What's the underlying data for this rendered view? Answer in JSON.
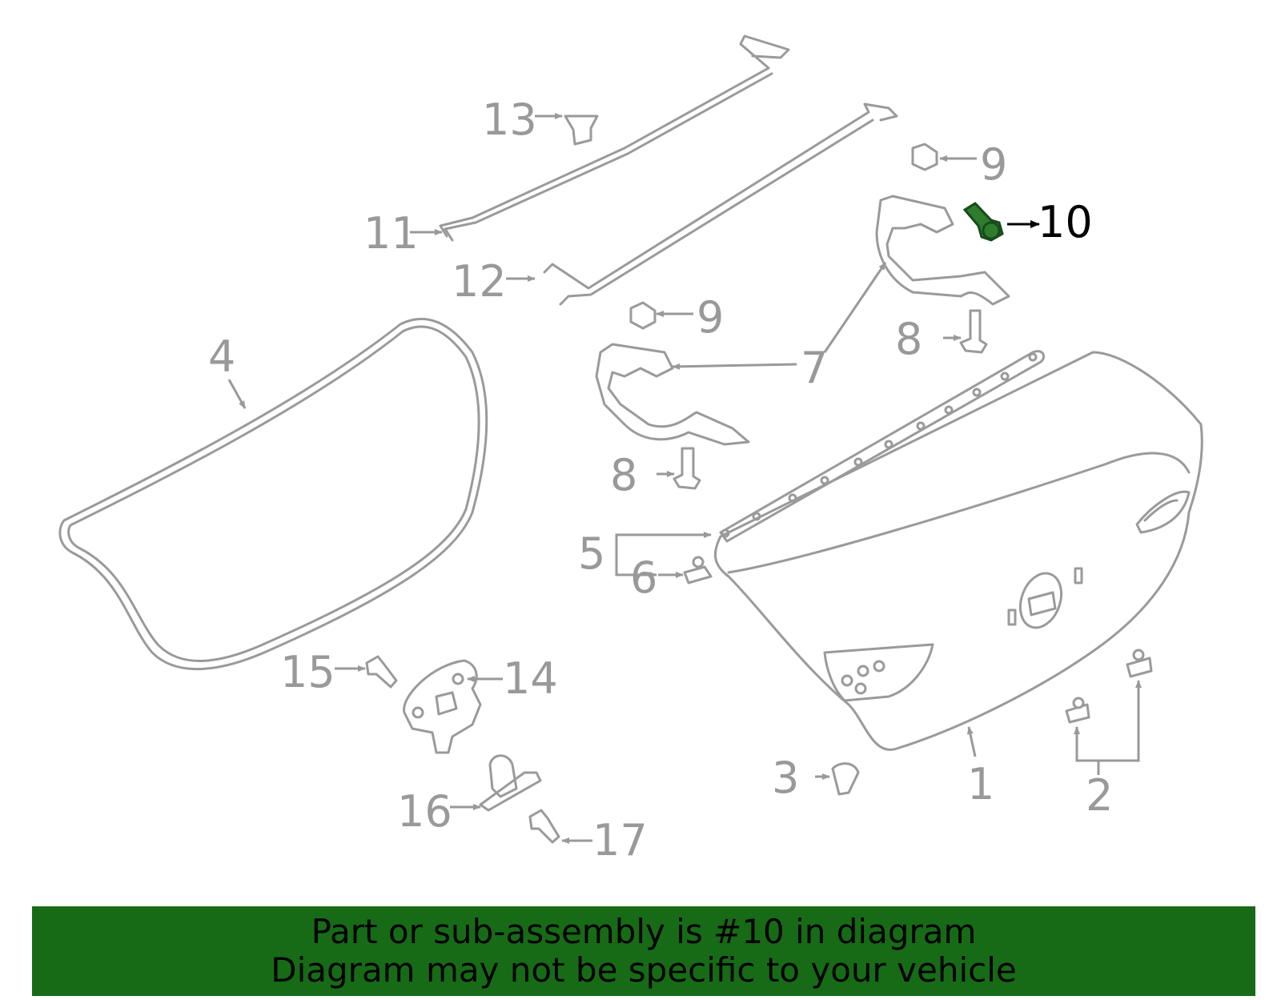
{
  "callouts": [
    {
      "key": "c1",
      "text": "1"
    },
    {
      "key": "c2",
      "text": "2"
    },
    {
      "key": "c3",
      "text": "3"
    },
    {
      "key": "c4",
      "text": "4"
    },
    {
      "key": "c5",
      "text": "5"
    },
    {
      "key": "c6",
      "text": "6"
    },
    {
      "key": "c7",
      "text": "7"
    },
    {
      "key": "c8a",
      "text": "8"
    },
    {
      "key": "c8b",
      "text": "8"
    },
    {
      "key": "c9a",
      "text": "9"
    },
    {
      "key": "c9b",
      "text": "9"
    },
    {
      "key": "c10",
      "text": "10"
    },
    {
      "key": "c11",
      "text": "11"
    },
    {
      "key": "c12",
      "text": "12"
    },
    {
      "key": "c13",
      "text": "13"
    },
    {
      "key": "c14",
      "text": "14"
    },
    {
      "key": "c15",
      "text": "15"
    },
    {
      "key": "c16",
      "text": "16"
    },
    {
      "key": "c17",
      "text": "17"
    }
  ],
  "labels": {
    "c1": "1",
    "c2": "2",
    "c3": "3",
    "c4": "4",
    "c5": "5",
    "c6": "6",
    "c7": "7",
    "c8a": "8",
    "c8b": "8",
    "c9a": "9",
    "c9b": "9",
    "c10": "10",
    "c11": "11",
    "c12": "12",
    "c13": "13",
    "c14": "14",
    "c15": "15",
    "c16": "16",
    "c17": "17"
  },
  "highlight": {
    "part": "10",
    "color": "#2e7d2e"
  },
  "banner": {
    "line1": "Part or sub-assembly is #10 in diagram",
    "line2": "Diagram may not be specific to your vehicle",
    "background": "#176b17"
  }
}
